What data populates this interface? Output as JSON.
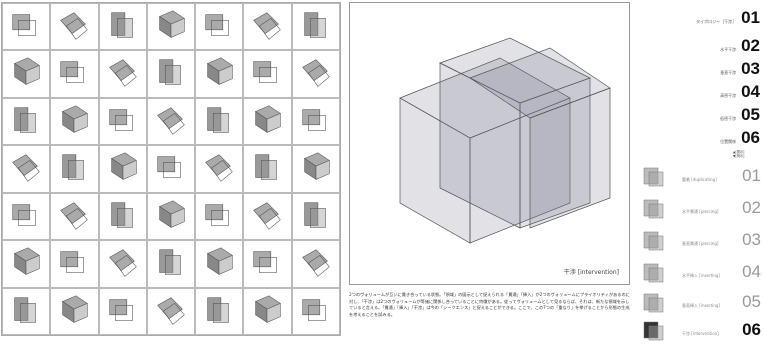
{
  "left_grid": {
    "cells": [
      "",
      "",
      "",
      "",
      "",
      "",
      "",
      "",
      "",
      "",
      "",
      "",
      "",
      "",
      "",
      "",
      "",
      "",
      "",
      "",
      "",
      "",
      "",
      "",
      "",
      "",
      "",
      "",
      "",
      "",
      "",
      "",
      "",
      "",
      "",
      "",
      "",
      "",
      "",
      "",
      "",
      "",
      "",
      "",
      "",
      "",
      "",
      "",
      ""
    ]
  },
  "main_view": {
    "caption": "干渉 [intervention]",
    "description": "2つのヴォリュームが互いに貫き合っている状態。「領域」の図示として捉えられる「貫通」「挿入」が2つのヴォリュームにプライオリティがあるのに対し、「干渉」は2つのヴォリュームが等価に関係し合っていることに特徴がある。従ってヴォリュームとして見るならば、それは、新たな領域を示していると言える。「貫通」「挿入」「干渉」は今の「シークエンス」と捉えることができる。ここで、この7つの「重なり」を挙げることから形態の生成を考えることを試みる。"
  },
  "index": [
    {
      "label": "タイポロジー［干渉］",
      "num": "01"
    },
    {
      "label": "水平干渉",
      "num": "02"
    },
    {
      "label": "垂直干渉",
      "num": "03"
    },
    {
      "label": "高密干渉",
      "num": "04"
    },
    {
      "label": "低密干渉",
      "num": "05"
    },
    {
      "label": "位置関係",
      "num": "06"
    }
  ],
  "index_note": "▲[図示]\n▼[例示]",
  "thumbs": [
    {
      "label": "重着 [duplicating]",
      "num": "01"
    },
    {
      "label": "水平貫通 [piercing]",
      "num": "02"
    },
    {
      "label": "垂直貫通 [piercing]",
      "num": "03"
    },
    {
      "label": "水平挿入 [inserting]",
      "num": "04"
    },
    {
      "label": "垂直挿入 [inserting]",
      "num": "05"
    },
    {
      "label": "干渉 [intervention]",
      "num": "06"
    }
  ]
}
